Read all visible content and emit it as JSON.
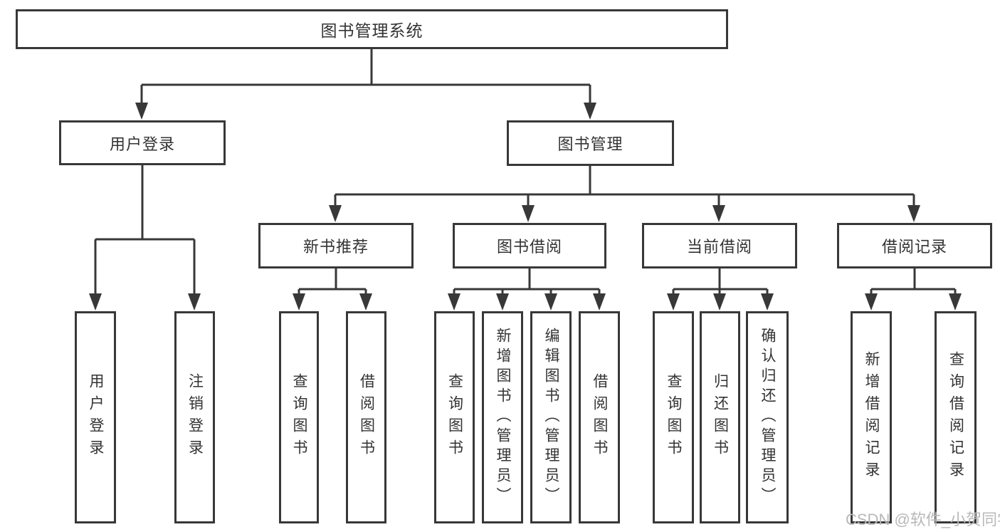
{
  "diagram": {
    "title": "图书管理系统",
    "watermark": "CSDN @软件_小贺同学",
    "colors": {
      "line": "#383838",
      "box_border": "#383838",
      "text": "#333333",
      "watermark": "#b8b8b8",
      "background": "#ffffff"
    }
  },
  "nodes": {
    "root": "图书管理系统",
    "user_login": "用户登录",
    "book_management": "图书管理",
    "new_book_recommend": "新书推荐",
    "book_borrowing": "图书借阅",
    "current_borrowing": "当前借阅",
    "borrowing_records": "借阅记录",
    "leaf_user_login": "用户登录",
    "leaf_logout": "注销登录",
    "leaf_nbr_query_books": "查询图书",
    "leaf_nbr_borrow_books": "借阅图书",
    "leaf_bb_query_books": "查询图书",
    "leaf_bb_add_books_admin": "新增图书（管理员）",
    "leaf_bb_edit_books_admin": "编辑图书（管理员）",
    "leaf_bb_borrow_books": "借阅图书",
    "leaf_cb_query_books": "查询图书",
    "leaf_cb_return_books": "归还图书",
    "leaf_cb_confirm_return_admin": "确认归还（管理员）",
    "leaf_br_add_record": "新增借阅记录",
    "leaf_br_query_record": "查询借阅记录"
  }
}
